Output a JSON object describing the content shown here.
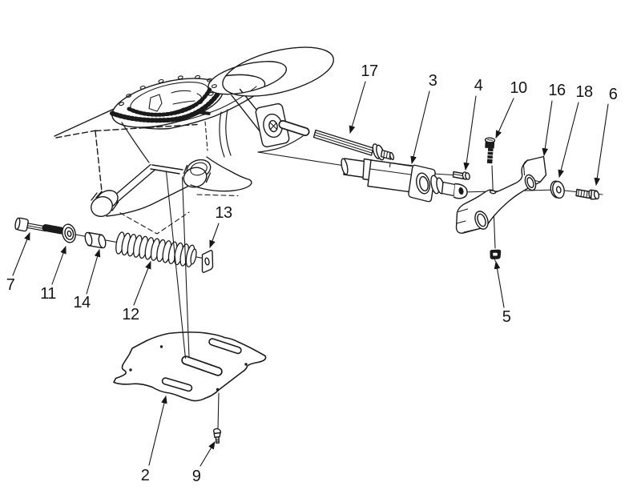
{
  "figure": {
    "kind": "exploded-view-parts-diagram",
    "background": "#ffffff",
    "line_color": "#1b1b1b"
  },
  "callouts": [
    {
      "label": "17",
      "part": "pivot-shaft"
    },
    {
      "label": "3",
      "part": "cylinder-assembly"
    },
    {
      "label": "4",
      "part": "pin-bolt"
    },
    {
      "label": "10",
      "part": "hex-screw"
    },
    {
      "label": "16",
      "part": "lever-arm"
    },
    {
      "label": "18",
      "part": "flat-washer"
    },
    {
      "label": "6",
      "part": "hex-bolt"
    },
    {
      "label": "5",
      "part": "lock-nut"
    },
    {
      "label": "13",
      "part": "retainer-plate"
    },
    {
      "label": "12",
      "part": "compression-spring"
    },
    {
      "label": "14",
      "part": "spacer-bushing"
    },
    {
      "label": "11",
      "part": "washer"
    },
    {
      "label": "7",
      "part": "bolt"
    },
    {
      "label": "2",
      "part": "mounting-plate"
    },
    {
      "label": "9",
      "part": "small-screw"
    }
  ]
}
